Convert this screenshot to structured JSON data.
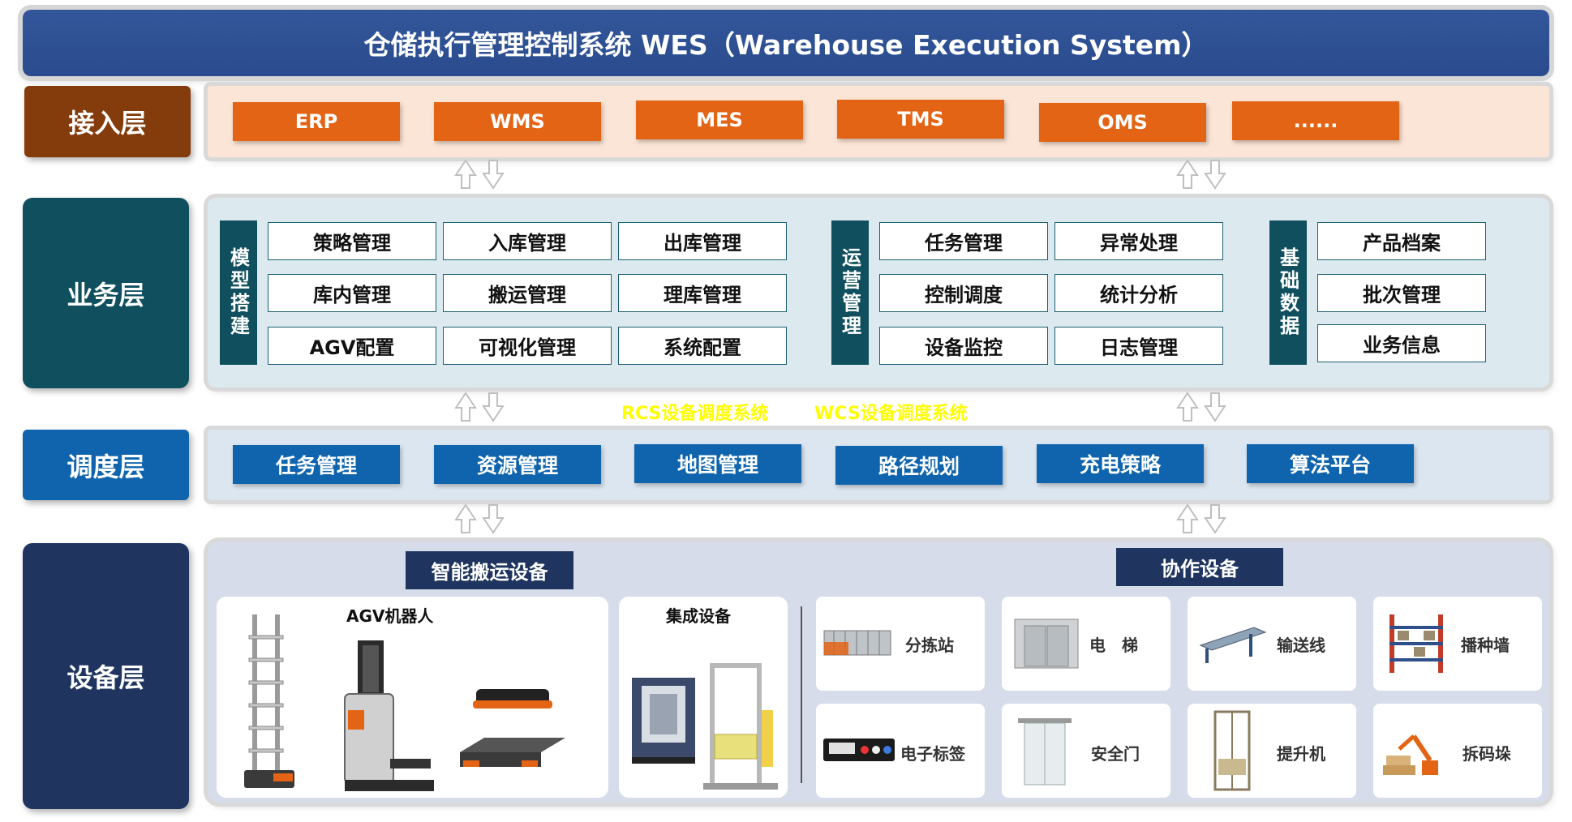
{
  "title": "仓储执行管理控制系统 WES（Warehouse Execution System）",
  "layers": {
    "access": "接入层",
    "business": "业务层",
    "dispatch": "调度层",
    "device": "设备层"
  },
  "access_systems": [
    "ERP",
    "WMS",
    "MES",
    "TMS",
    "OMS",
    "......"
  ],
  "business": {
    "group1": {
      "label": "模型搭建",
      "items": [
        "策略管理",
        "入库管理",
        "出库管理",
        "库内管理",
        "搬运管理",
        "理库管理",
        "AGV配置",
        "可视化管理",
        "系统配置"
      ]
    },
    "group2": {
      "label": "运营管理",
      "items": [
        "任务管理",
        "异常处理",
        "控制调度",
        "统计分析",
        "设备监控",
        "日志管理"
      ]
    },
    "group3": {
      "label": "基础数据",
      "items": [
        "产品档案",
        "批次管理",
        "业务信息"
      ]
    }
  },
  "subsystems": [
    "RCS设备调度系统",
    "WCS设备调度系统"
  ],
  "dispatch_items": [
    "任务管理",
    "资源管理",
    "地图管理",
    "路径规划",
    "充电策略",
    "算法平台"
  ],
  "device": {
    "smart_transport": {
      "label": "智能搬运设备",
      "agv_label": "AGV机器人",
      "integrated_label": "集成设备"
    },
    "collab": {
      "label": "协作设备",
      "items": [
        "分拣站",
        "电　梯",
        "输送线",
        "播种墙",
        "电子标签",
        "安全门",
        "提升机",
        "拆码垛"
      ]
    }
  },
  "colors": {
    "title_bg": "#2e5193",
    "access_label": "#843c0c",
    "business_label": "#0f4f5e",
    "dispatch_label": "#0f64ad",
    "device_label": "#1f355f",
    "orange_button": "#e36415",
    "subsystem_text": "#ffff00"
  }
}
